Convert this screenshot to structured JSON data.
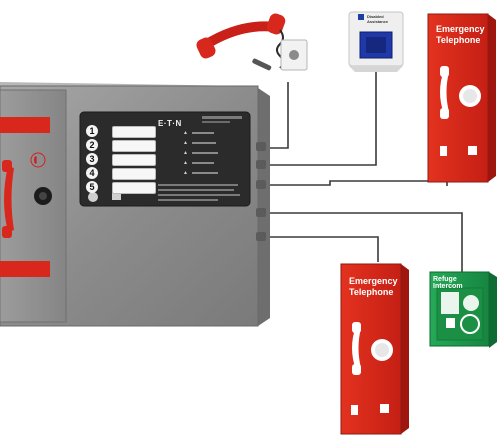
{
  "panel": {
    "brand": "E·T·N",
    "zones": [
      "1",
      "2",
      "3",
      "4",
      "5"
    ]
  },
  "signs": {
    "disabled_assistance_lines": [
      "Disabled",
      "Assistance"
    ],
    "emergency_top_lines": [
      "Emergency",
      "Telephone"
    ],
    "emergency_bottom_lines": [
      "Emergency",
      "Telephone"
    ],
    "refuge": "Refuge Intercom"
  },
  "colors": {
    "panel_grey": "#8f8f8f",
    "accent_red": "#d8271c",
    "fascia_dark": "#2b2b2b",
    "green_outstation": "#1f9a4a",
    "cable": "#3a3a3a"
  },
  "icons": [
    "handset-icon",
    "wheelchair-icon",
    "hearing-loop-icon",
    "speaker-icon",
    "padlock-icon"
  ]
}
